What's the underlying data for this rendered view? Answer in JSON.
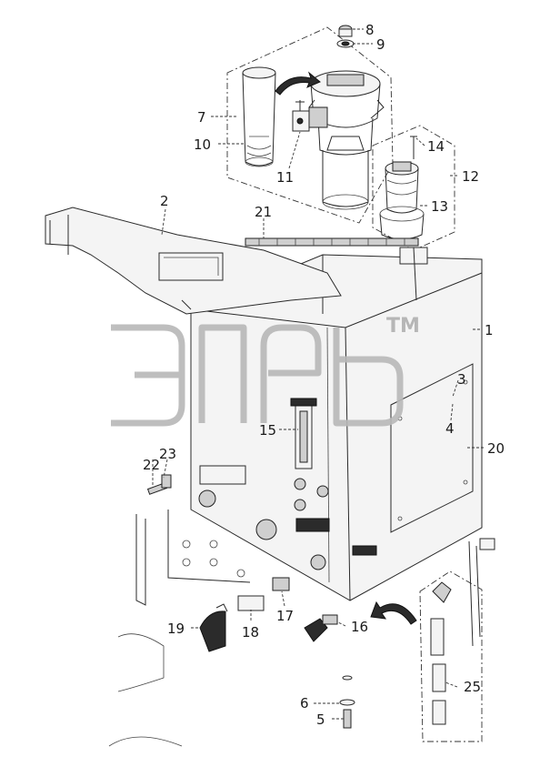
{
  "diagram": {
    "watermark_text": "TM",
    "callouts": [
      "1",
      "2",
      "3",
      "4",
      "5",
      "6",
      "7",
      "8",
      "9",
      "10",
      "11",
      "12",
      "13",
      "14",
      "15",
      "16",
      "17",
      "18",
      "19",
      "20",
      "21",
      "22",
      "23",
      "25"
    ]
  }
}
